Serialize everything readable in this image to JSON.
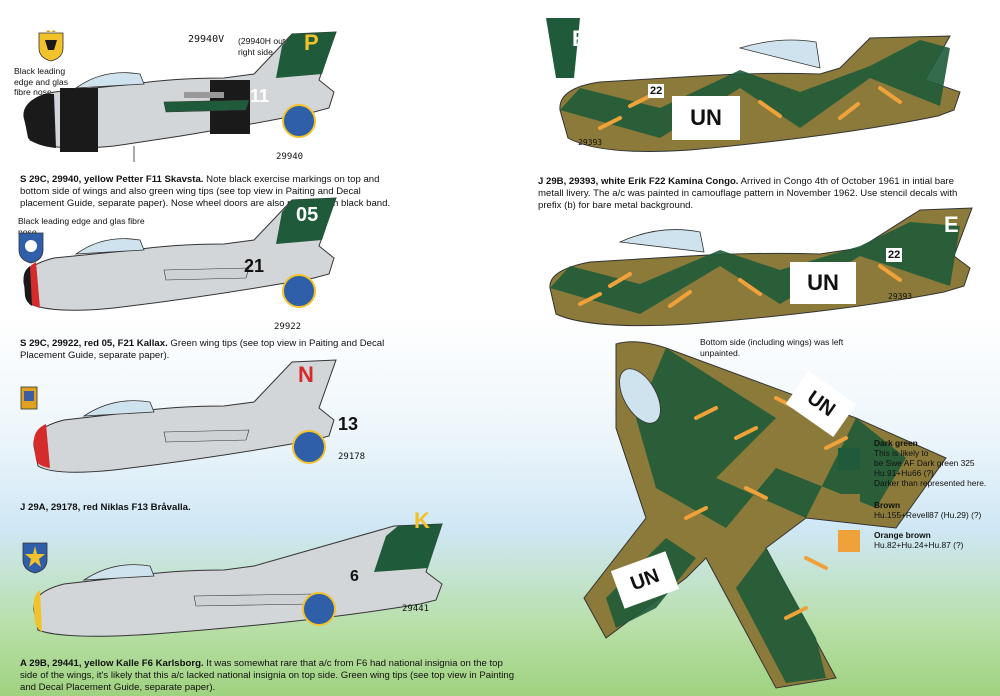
{
  "plane1": {
    "note_leading": "Black leading edge and glas fibre nose.",
    "serial_top_a": "29940V",
    "serial_top_b": "(29940H outside of right side pylon)",
    "fin_letter": "P",
    "nose_code": "11",
    "serial_tail": "29940",
    "caption_bold": "S 29C, 29940, yellow Petter F11 Skavsta.",
    "caption_text": "Note black exercise markings on top and bottom side of wings and also green wing tips (see top view in Paiting and Decal placement Guide, separate paper). Nose wheel doors are also painted with black band."
  },
  "plane2": {
    "note_leading": "Black leading edge and glas fibre nose.",
    "fin_code": "05",
    "nose_code": "21",
    "serial_tail": "29922",
    "caption_bold": "S 29C, 29922, red 05, F21 Kallax.",
    "caption_text": "Green wing tips (see top view in Paiting and Decal Placement Guide, separate paper)."
  },
  "plane3": {
    "fin_letter": "N",
    "nose_code": "13",
    "serial_tail": "29178",
    "caption_bold": "J 29A, 29178, red Niklas F13 Bråvalla."
  },
  "plane4": {
    "fin_letter": "K",
    "nose_code": "6",
    "serial_tail": "29441",
    "caption_bold": "A 29B, 29441, yellow Kalle F6 Karlsborg.",
    "caption_text": "It was somewhat rare that a/c from F6 had national insignia on the top side of the wings, it's likely that this a/c lacked national insignia on top side. Green wing tips (see top view in Painting and Decal Placement Guide, separate paper)."
  },
  "congo": {
    "fin_letter": "E",
    "nose_code": "22",
    "un_text": "UN",
    "serial": "29393",
    "caption_bold": "J 29B, 29393, white Erik F22 Kamina Congo.",
    "caption_text": "Arrived in Congo 4th of October 1961 in intial bare metall livery. The a/c was painted in camouflage pattern in November 1962. Use stencil decals with prefix (b) for bare metal background.",
    "bottom_note": "Bottom side (including wings) was left unpainted."
  },
  "legend": {
    "items": [
      {
        "title": "Dark green",
        "lines": [
          "This is likely to",
          "be Swe AF Dark green 325",
          "Hu.91+Hu66 (?)",
          "Darker than represented here."
        ],
        "color": "#1f5b3a"
      },
      {
        "title": "Brown",
        "lines": [
          "Hu.155+Revell87 (Hu.29) (?)"
        ],
        "color": "#8b7a3a"
      },
      {
        "title": "Orange brown",
        "lines": [
          "Hu.82+Hu.24+Hu.87 (?)"
        ],
        "color": "#f0a23a"
      }
    ]
  },
  "colors": {
    "metal": "#d3d6d9",
    "dark_green": "#1f5b3a",
    "brown": "#8b7a3a",
    "orange": "#f0a23a",
    "roundel_blue": "#2f5fa8",
    "roundel_yellow": "#f1c22c"
  }
}
